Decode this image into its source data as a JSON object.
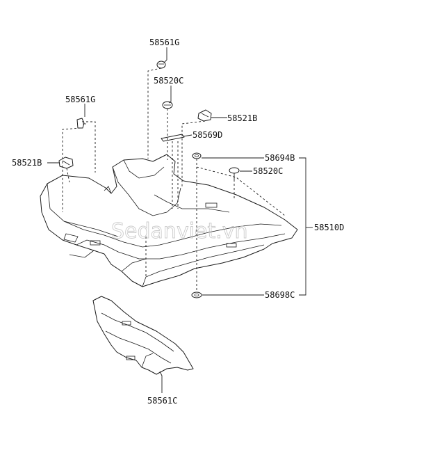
{
  "watermark": "Sedanviet.vn",
  "part_labels": {
    "clip_top": "58561G",
    "clip_left": "58561G",
    "grommet_top": "58520C",
    "holder_right": "58521B",
    "holder_left": "58521B",
    "spacer": "58569D",
    "plug_top": "58694B",
    "grommet_right": "58520C",
    "carpet_assembly": "58510D",
    "plug_bottom": "58698C",
    "clip_front": "58561C"
  }
}
